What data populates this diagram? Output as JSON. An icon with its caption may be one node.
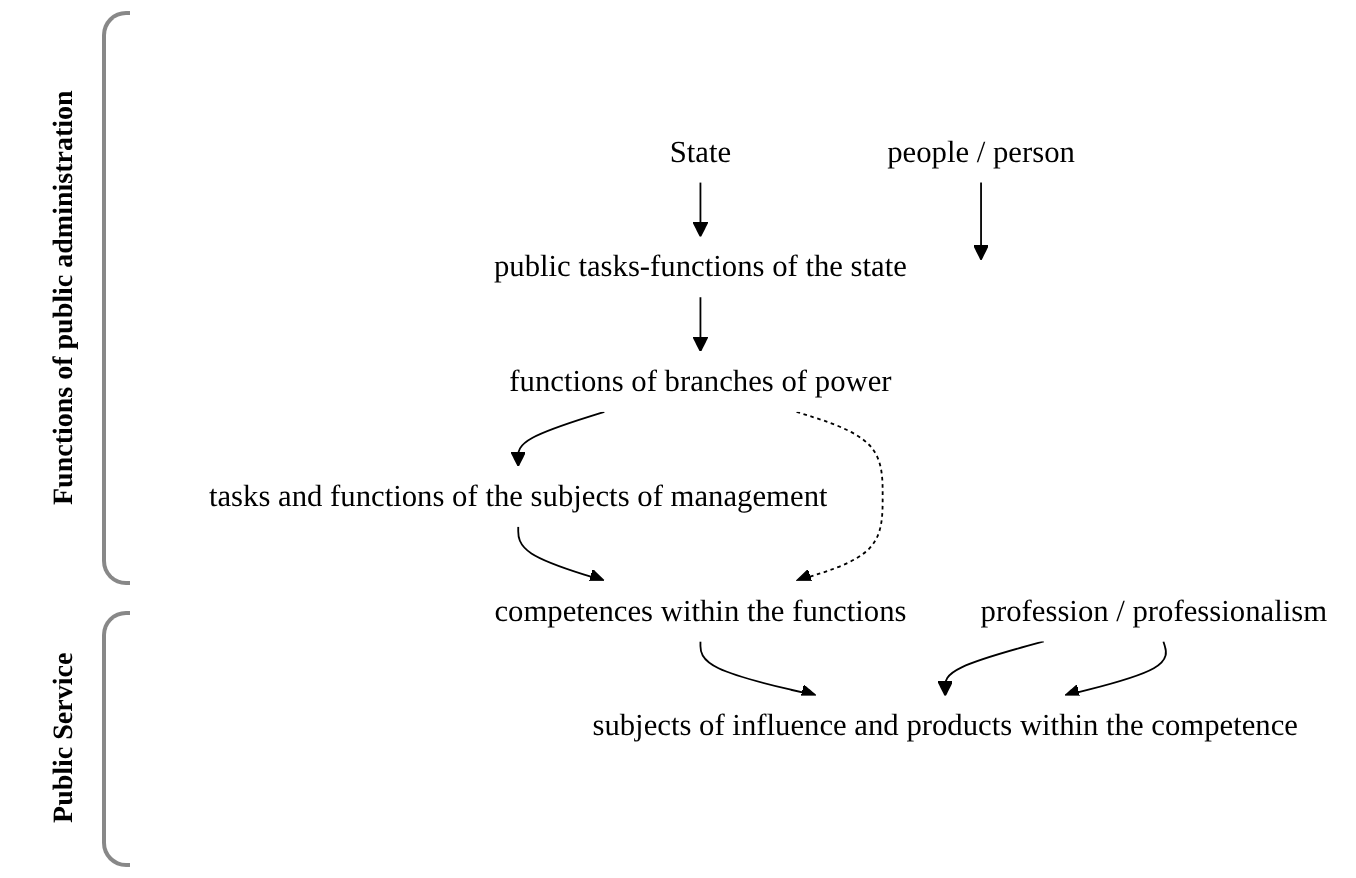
{
  "diagram": {
    "nodes": [
      {
        "text": [
          "State"
        ]
      },
      {
        "text": [
          "public tasks-functions of the state"
        ]
      },
      {
        "text": [
          "functions of branches of power"
        ]
      },
      {
        "text": [
          "tasks and functions of the subjects of management"
        ]
      },
      {
        "text": [
          "competences within the functions"
        ]
      },
      {
        "text": [
          "subjects of influence and products within the competence"
        ]
      },
      {
        "text": [
          "people / person"
        ]
      },
      {
        "text": [
          "profession / professionalism"
        ]
      }
    ],
    "edges": [
      {
        "from": 0,
        "to": 1,
        "arrow": "to"
      },
      {
        "from": 1,
        "to": 2,
        "arrow": "to"
      },
      {
        "from": 2,
        "to": 3,
        "arrow": "to"
      },
      {
        "from": 3,
        "to": 4,
        "arrow": "to"
      },
      {
        "from": 2,
        "to": 4,
        "arrow": "to",
        "style": "dashed"
      },
      {
        "from": 4,
        "to": 5,
        "arrow": "to"
      },
      {
        "from": 6,
        "to": null,
        "arrow": "to"
      },
      {
        "from": 7,
        "to": 5,
        "arrow": "to"
      },
      {
        "from": 7,
        "to": 5,
        "arrow": "to"
      }
    ],
    "labels": [
      "Functions of public administration",
      "Public Service"
    ]
  }
}
